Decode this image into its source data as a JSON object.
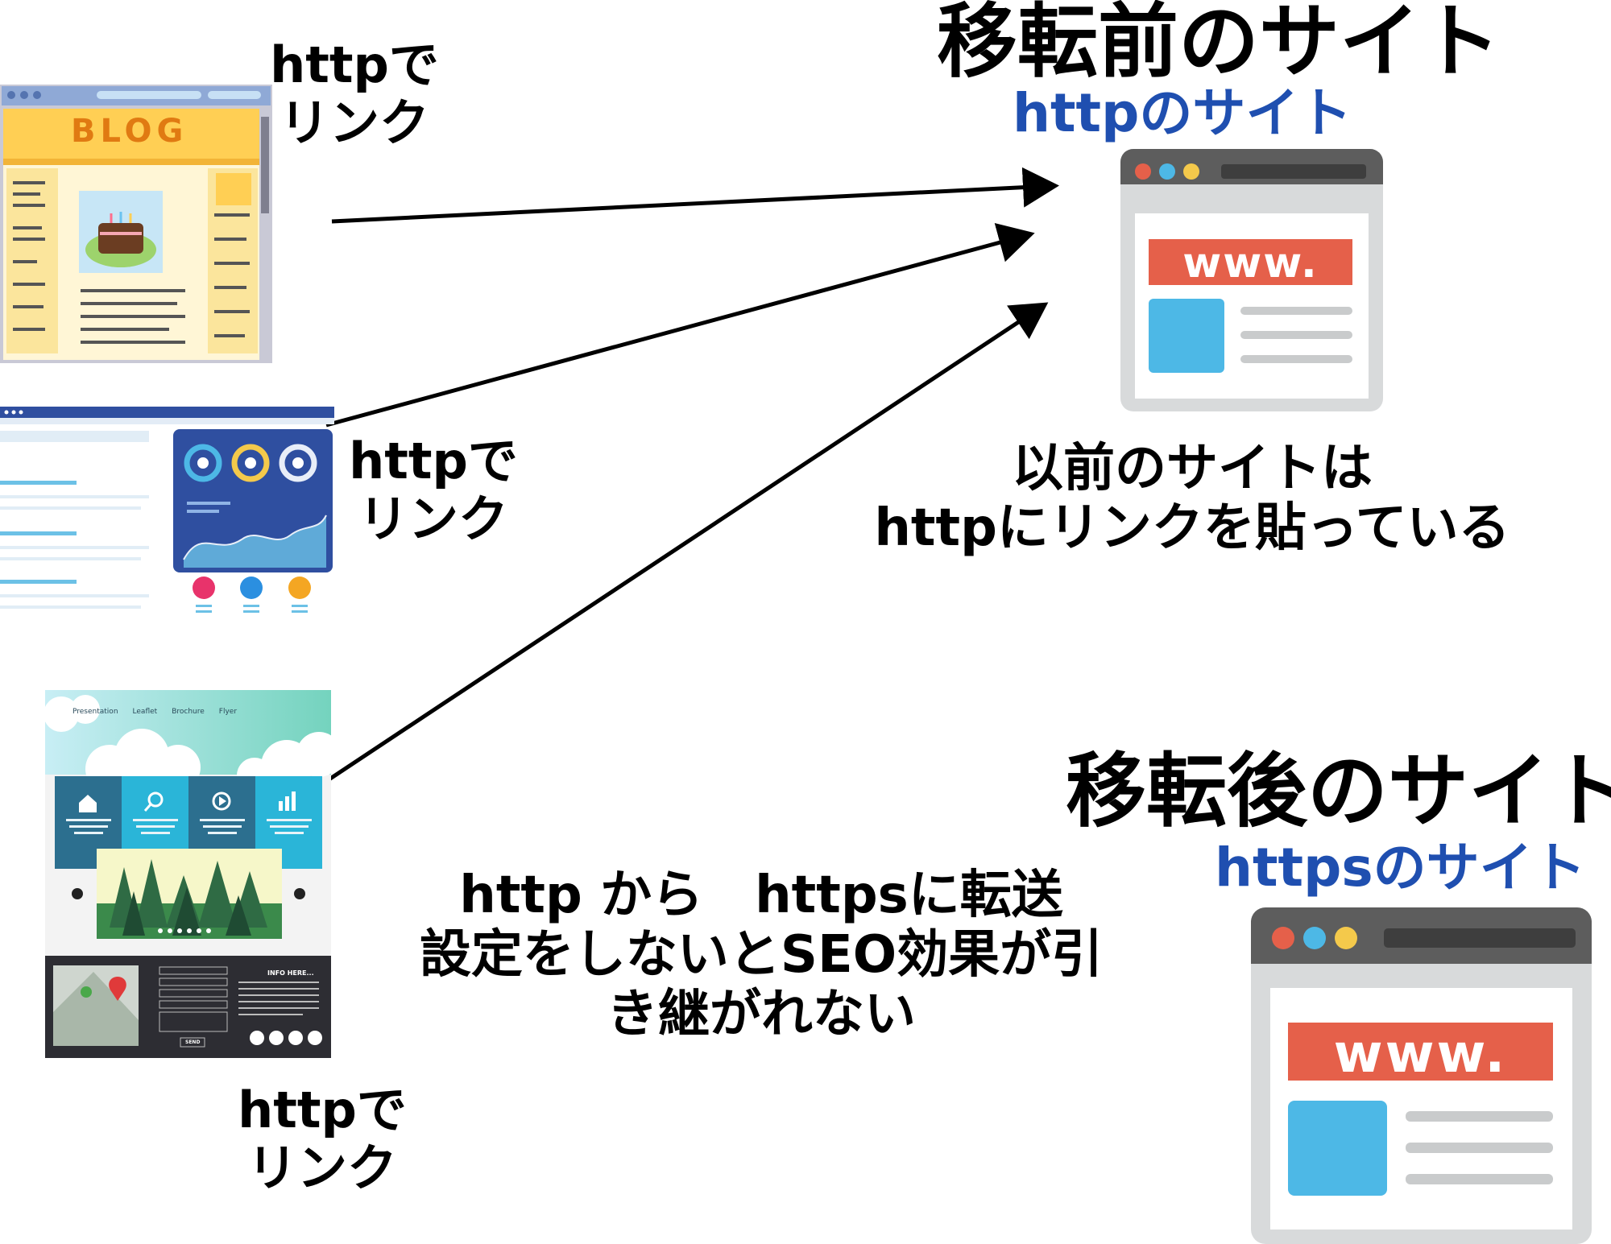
{
  "old_site": {
    "title": "移転前のサイト",
    "subtitle": "httpのサイト",
    "browser_banner": "www.",
    "note_line1": "以前のサイトは",
    "note_line2": "httpにリンクを貼っている"
  },
  "new_site": {
    "title": "移転後のサイト",
    "subtitle": "httpsのサイト",
    "browser_banner": "www."
  },
  "linking_sites": [
    {
      "label_line1": "httpで",
      "label_line2": "リンク",
      "thumb_title": "BLOG"
    },
    {
      "label_line1": "httpで",
      "label_line2": "リンク"
    },
    {
      "label_line1": "httpで",
      "label_line2": "リンク",
      "nav": [
        "Presentation",
        "Leaflet",
        "Brochure",
        "Flyer"
      ],
      "footer_heading": "INFO HERE...",
      "send": "SEND"
    }
  ],
  "warning": {
    "line1": "http から　httpsに転送",
    "line2": "設定をしないとSEO効果が引",
    "line3": "き継がれない"
  },
  "colors": {
    "link_label": "#000000",
    "subtitle": "#1f4fb0",
    "browser_frame": "#5d5d5d",
    "browser_banner": "#e5604a",
    "browser_block": "#4db8e6",
    "dot_red": "#e5604a",
    "dot_blue": "#4db8e6",
    "dot_yellow": "#f4c94b"
  }
}
